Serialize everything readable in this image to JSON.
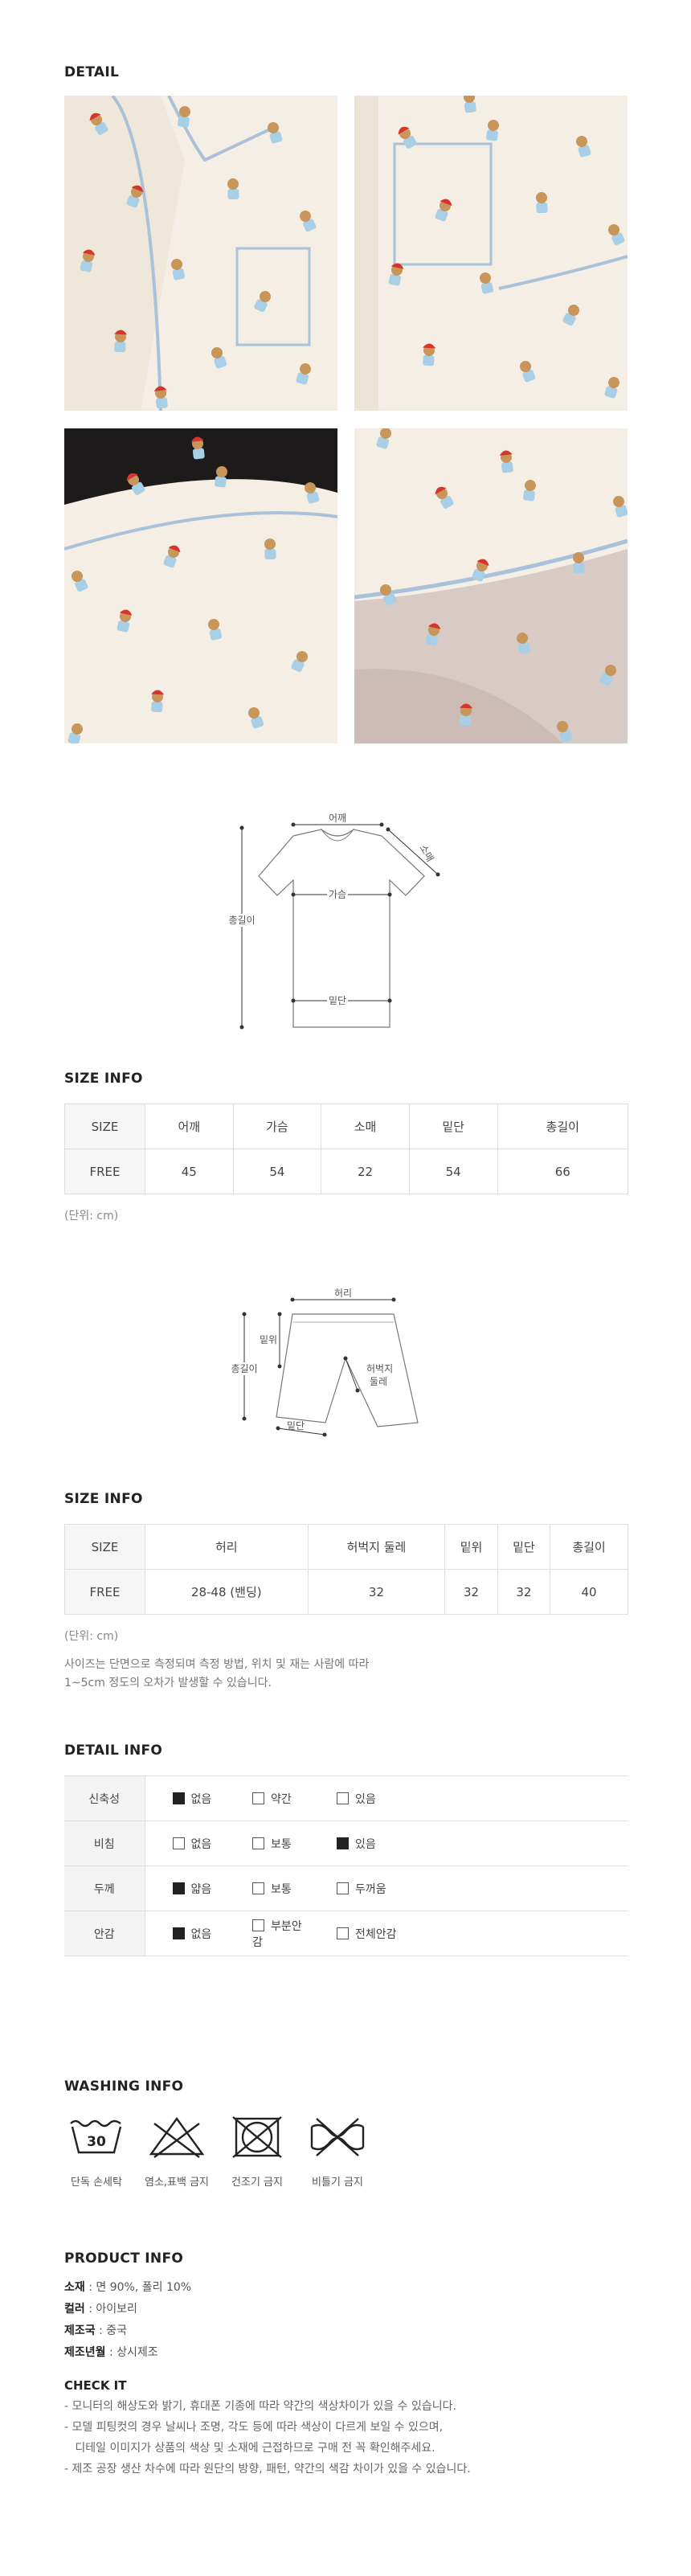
{
  "detail": {
    "title": "DETAIL",
    "photos": [
      {
        "name": "collar-front-photo"
      },
      {
        "name": "pocket-sleeve-photo"
      },
      {
        "name": "collar-back-photo"
      },
      {
        "name": "sleeve-hem-photo"
      }
    ]
  },
  "top_diagram": {
    "labels": {
      "shoulder": "어깨",
      "sleeve": "소매",
      "chest": "가슴",
      "length": "총길이",
      "hem": "밑단"
    }
  },
  "size_info_top": {
    "title": "SIZE INFO",
    "headers": [
      "SIZE",
      "어깨",
      "가슴",
      "소매",
      "밑단",
      "총길이"
    ],
    "row": [
      "FREE",
      "45",
      "54",
      "22",
      "54",
      "66"
    ],
    "unit": "(단위: cm)"
  },
  "bottom_diagram": {
    "labels": {
      "waist": "허리",
      "rise": "밑위",
      "length": "총길이",
      "thigh": "허벅지\n둘레",
      "hem": "밑단"
    }
  },
  "size_info_bottom": {
    "title": "SIZE INFO",
    "headers": [
      "SIZE",
      "허리",
      "허벅지 둘레",
      "밑위",
      "밑단",
      "총길이"
    ],
    "row": [
      "FREE",
      "28-48 (밴딩)",
      "32",
      "32",
      "32",
      "40"
    ],
    "unit": "(단위: cm)",
    "note_line1": "사이즈는 단면으로 측정되며 측정 방법, 위치 및 재는 사람에 따라",
    "note_line2": "1~5cm 정도의 오차가 발생할 수 있습니다."
  },
  "detail_info": {
    "title": "DETAIL INFO",
    "rows": [
      {
        "label": "신축성",
        "options": [
          "없음",
          "약간",
          "있음"
        ],
        "checked": 0
      },
      {
        "label": "비침",
        "options": [
          "없음",
          "보통",
          "있음"
        ],
        "checked": 2
      },
      {
        "label": "두께",
        "options": [
          "얇음",
          "보통",
          "두꺼움"
        ],
        "checked": 0
      },
      {
        "label": "안감",
        "options": [
          "없음",
          "부분안감",
          "전체안감"
        ],
        "checked": 0
      }
    ]
  },
  "washing_info": {
    "title": "WASHING INFO",
    "items": [
      {
        "icon": "hand-wash-30-icon",
        "label": "단독 손세탁",
        "temp": "30"
      },
      {
        "icon": "no-bleach-icon",
        "label": "염소,표백 금지"
      },
      {
        "icon": "no-tumble-dry-icon",
        "label": "건조기 금지"
      },
      {
        "icon": "no-wring-icon",
        "label": "비틀기 금지"
      }
    ]
  },
  "product_info": {
    "title": "PRODUCT INFO",
    "rows": [
      {
        "key": "소재",
        "value": " : 면 90%, 폴리 10%"
      },
      {
        "key": "컬러",
        "value": " : 아이보리"
      },
      {
        "key": "제조국",
        "value": " : 중국"
      },
      {
        "key": "제조년월",
        "value": " : 상시제조"
      }
    ],
    "check_title": "CHECK IT",
    "check_lines": [
      "- 모니터의 해상도와 밝기, 휴대폰 기종에 따라 약간의 색상차이가 있을 수 있습니다.",
      "- 모델 피팅컷의 경우 날씨나 조명, 각도 등에 따라 색상이 다르게 보일 수 있으며,",
      "   디테일 이미지가 상품의 색상 및 소재에 근접하므로 구매 전 꼭 확인해주세요.",
      "- 제조 공장 생산 차수에 따라 원단의 방향, 패턴, 약간의 색감 차이가 있을 수 있습니다."
    ]
  },
  "colors": {
    "fabric": "#f4eee4",
    "piping": "#a9c2da",
    "bear": "#c8955a",
    "shirt": "#a8cfe6",
    "hat": "#d8342b"
  }
}
